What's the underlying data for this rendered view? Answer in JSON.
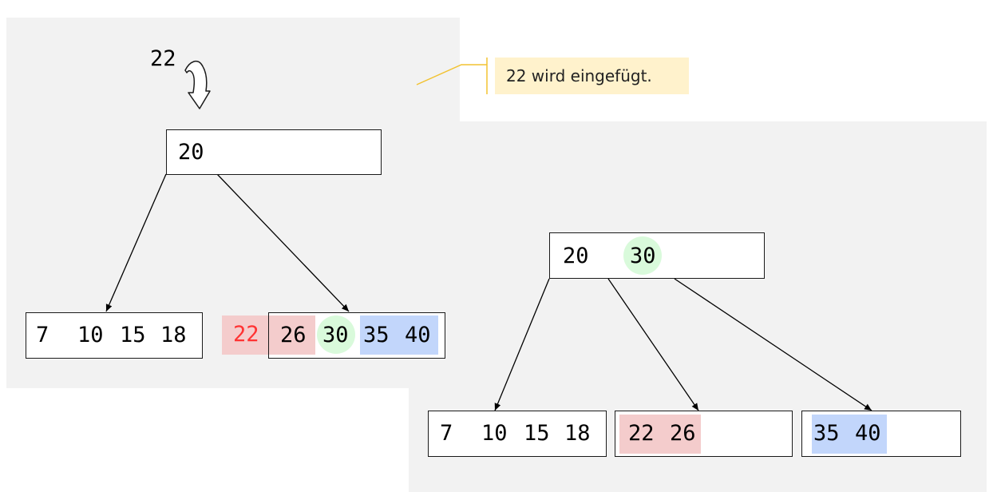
{
  "colors": {
    "panel_bg": "#f2f2f2",
    "overflow_key": "#f4cccc",
    "overflow_text": "#ff3333",
    "median_key": "#d9fadb",
    "right_split": "#c2d6fb",
    "callout_bg": "#fff2cc",
    "callout_line": "#f2c230"
  },
  "icons": {
    "insert_arrow": "curved-down-arrow-icon"
  },
  "before": {
    "insert_key": "22",
    "root": {
      "keys": [
        "20"
      ]
    },
    "left_leaf": {
      "keys": [
        "7",
        "10",
        "15",
        "18"
      ]
    },
    "overflow_leaf": {
      "new_key": "22",
      "keys": [
        "26",
        "30",
        "35",
        "40"
      ],
      "median": "30"
    }
  },
  "after": {
    "root": {
      "keys": [
        "20",
        "30"
      ]
    },
    "leaves": [
      {
        "keys": [
          "7",
          "10",
          "15",
          "18"
        ]
      },
      {
        "keys": [
          "22",
          "26"
        ]
      },
      {
        "keys": [
          "35",
          "40"
        ]
      }
    ]
  },
  "callout": {
    "text": "22 wird eingefügt."
  }
}
